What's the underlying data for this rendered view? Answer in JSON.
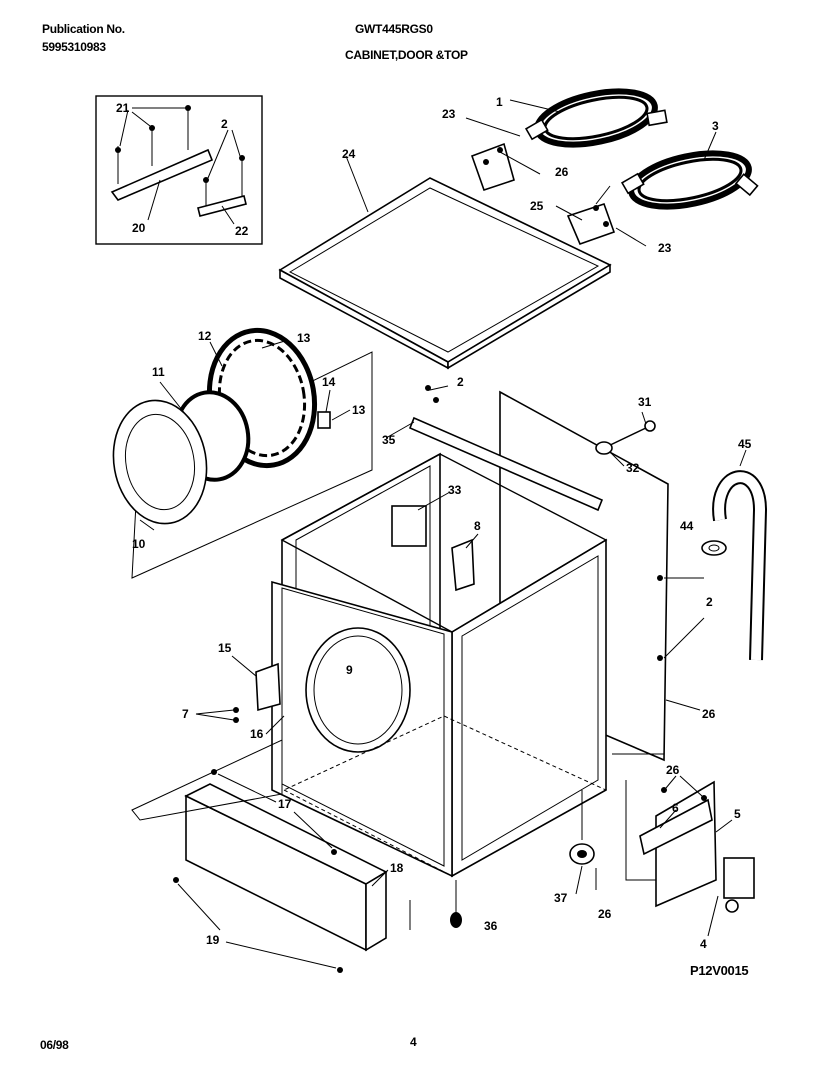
{
  "header": {
    "publication_label": "Publication No.",
    "publication_number": "5995310983",
    "model": "GWT445RGS0",
    "section_title": "CABINET,DOOR &TOP"
  },
  "footer": {
    "date": "06/98",
    "page": "4",
    "diagram_code": "P12V0015"
  },
  "callouts": {
    "c1": "1",
    "c2a": "2",
    "c2b": "2",
    "c2c": "2",
    "c3": "3",
    "c4": "4",
    "c5": "5",
    "c6": "6",
    "c7": "7",
    "c8": "8",
    "c9": "9",
    "c10": "10",
    "c11": "11",
    "c12": "12",
    "c13a": "13",
    "c13b": "13",
    "c14": "14",
    "c15": "15",
    "c16": "16",
    "c17": "17",
    "c18": "18",
    "c19": "19",
    "c20": "20",
    "c21": "21",
    "c22": "22",
    "c23a": "23",
    "c23b": "23",
    "c24": "24",
    "c25": "25",
    "c26a": "26",
    "c26b": "26",
    "c26c": "26",
    "c26d": "26",
    "c31": "31",
    "c32": "32",
    "c33": "33",
    "c35": "35",
    "c36": "36",
    "c37": "37",
    "c44": "44",
    "c45": "45"
  }
}
